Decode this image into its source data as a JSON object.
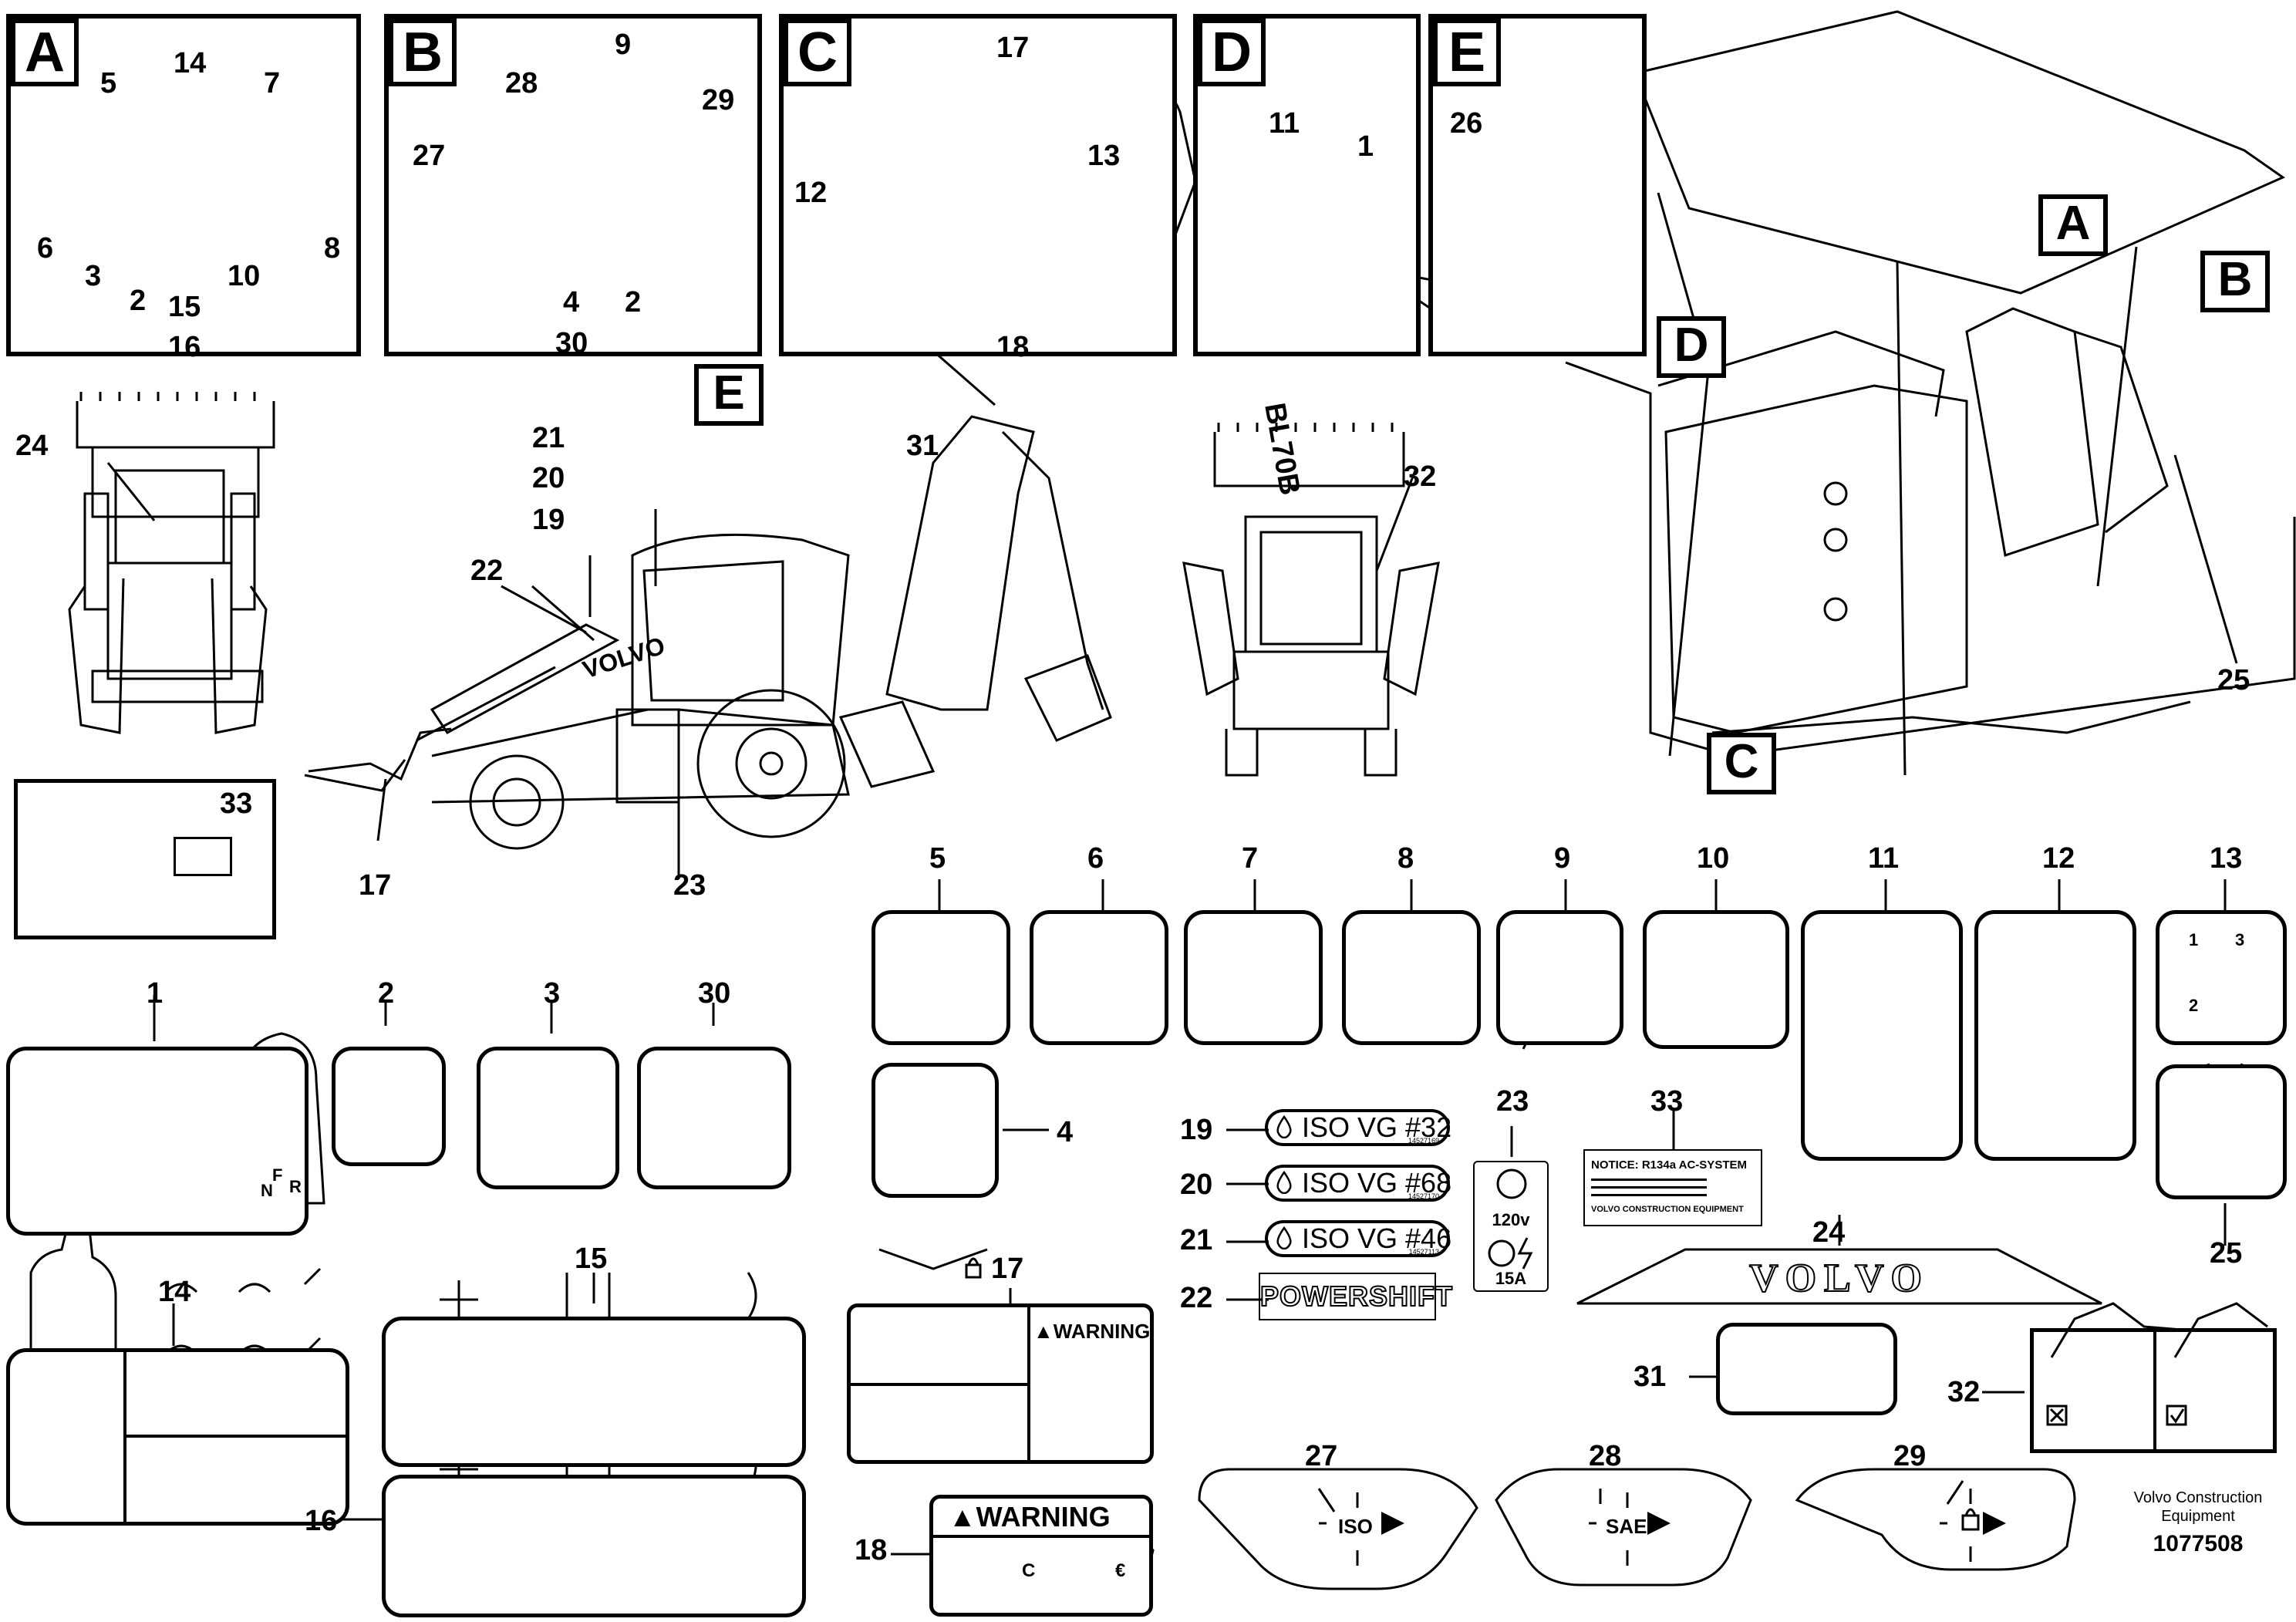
{
  "detail_labels": {
    "a": "A",
    "b": "B",
    "c": "C",
    "d": "D",
    "e": "E"
  },
  "detail_a_nums": {
    "n5": "5",
    "n14": "14",
    "n7": "7",
    "n6": "6",
    "n8": "8",
    "n3": "3",
    "n2": "2",
    "n15": "15",
    "n10": "10",
    "n16": "16"
  },
  "detail_b_nums": {
    "n9": "9",
    "n28": "28",
    "n29": "29",
    "n27": "27",
    "n4": "4",
    "n2": "2",
    "n30": "30"
  },
  "detail_c_nums": {
    "n17": "17",
    "n13": "13",
    "n12": "12",
    "n18": "18"
  },
  "detail_d_nums": {
    "n11": "11",
    "n1": "1"
  },
  "detail_e_nums": {
    "n26": "26"
  },
  "machine_nums": {
    "n24": "24",
    "n21": "21",
    "n20": "20",
    "n19": "19",
    "n22": "22",
    "n31": "31",
    "n32": "32",
    "n17": "17",
    "n23": "23",
    "n33": "33",
    "n25": "25"
  },
  "cab_callouts": {
    "a": "A",
    "b": "B",
    "c": "C",
    "d": "D",
    "e": "E"
  },
  "decal_nums": {
    "d1": "1",
    "d2": "2",
    "d3": "3",
    "d30": "30",
    "d4": "4",
    "d5": "5",
    "d6": "6",
    "d7": "7",
    "d8": "8",
    "d9": "9",
    "d10": "10",
    "d11": "11",
    "d12": "12",
    "d13": "13",
    "d14": "14",
    "d15": "15",
    "d16": "16",
    "d17": "17",
    "d18": "18",
    "d19": "19",
    "d20": "20",
    "d21": "21",
    "d22": "22",
    "d23": "23",
    "d24": "24",
    "d25": "25",
    "d27": "27",
    "d28": "28",
    "d29": "29",
    "d31": "31",
    "d32": "32",
    "d33": "33"
  },
  "decal_13_labels": {
    "one": "1",
    "three": "3",
    "two": "2"
  },
  "decal_1_gears": {
    "f": "F",
    "n": "N",
    "r": "R"
  },
  "iso_labels": {
    "vg32": "ISO VG #32",
    "vg32_code": "14527169",
    "vg68": "ISO VG #68",
    "vg68_code": "14527170",
    "vg46": "ISO VG #46",
    "vg46_code": "14527113"
  },
  "decal_22_text": "POWERSHIFT",
  "decal_23": {
    "volt": "120v",
    "amp": "15A"
  },
  "decal_33": {
    "title": "NOTICE: R134a AC-SYSTEM",
    "footer": "VOLVO CONSTRUCTION EQUIPMENT"
  },
  "decal_24_text": "VOLVO",
  "machine_brand": "VOLVO",
  "arm_model": "BL70B",
  "warning_text": "WARNING",
  "decal_18_letters": {
    "c": "C",
    "e": "€"
  },
  "pattern_labels": {
    "iso": "ISO",
    "sae": "SAE"
  },
  "footer": {
    "company": "Volvo Construction Equipment",
    "part_no": "1077508"
  }
}
